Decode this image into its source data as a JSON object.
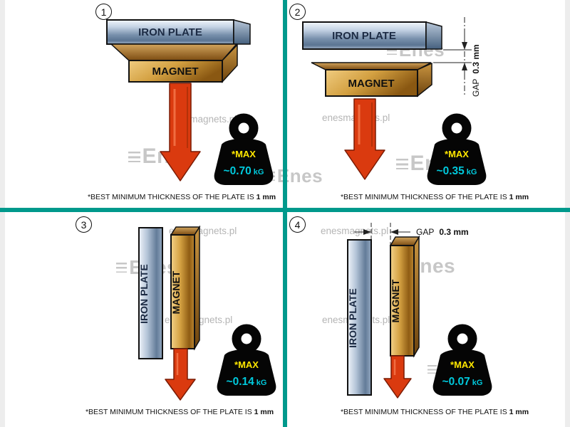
{
  "colors": {
    "divider_teal": "#00998c",
    "arrow_red": "#da3a0f",
    "max_yellow": "#ffe600",
    "value_cyan": "#00c9dc",
    "plate_steel": "#7890ac",
    "magnet_gold": "#d3a041",
    "weight_black": "#050505"
  },
  "labels": {
    "iron_plate": "IRON PLATE",
    "magnet": "MAGNET",
    "max": "*MAX",
    "unit": "kG",
    "gap": "GAP",
    "gap_value": "0.3 mm"
  },
  "caption": {
    "text": "*BEST MINIMUM THICKNESS OF THE PLATE IS",
    "bold": "1 mm"
  },
  "watermark": {
    "logo": "Enes",
    "site": "enesmagnets.pl"
  },
  "panels": [
    {
      "number": "1",
      "max_value": "~0.70"
    },
    {
      "number": "2",
      "max_value": "~0.35"
    },
    {
      "number": "3",
      "max_value": "~0.14"
    },
    {
      "number": "4",
      "max_value": "~0.07"
    }
  ]
}
